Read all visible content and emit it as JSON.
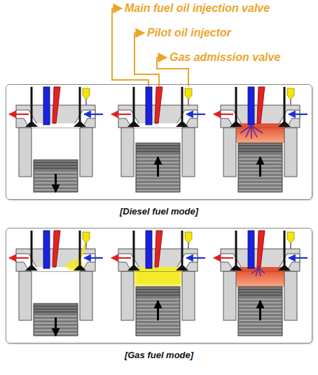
{
  "diagram": {
    "nodes": [
      {
        "text": [
          "[Diesel fuel mode]"
        ]
      },
      {
        "text": [
          "[Gas fuel mode]"
        ]
      }
    ],
    "labels": [
      "Main fuel oil injection valve",
      "Pilot oil injector",
      "Gas admission valve"
    ]
  }
}
